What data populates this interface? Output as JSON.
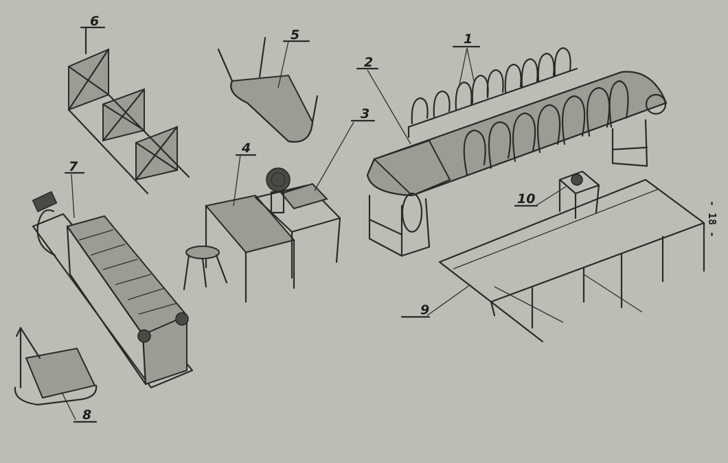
{
  "labels": {
    "l1": "1",
    "l2": "2",
    "l3": "3",
    "l4": "4",
    "l5": "5",
    "l6": "6",
    "l7": "7",
    "l8": "8",
    "l9": "9",
    "l10": "10"
  },
  "page_number": "- 18 -"
}
